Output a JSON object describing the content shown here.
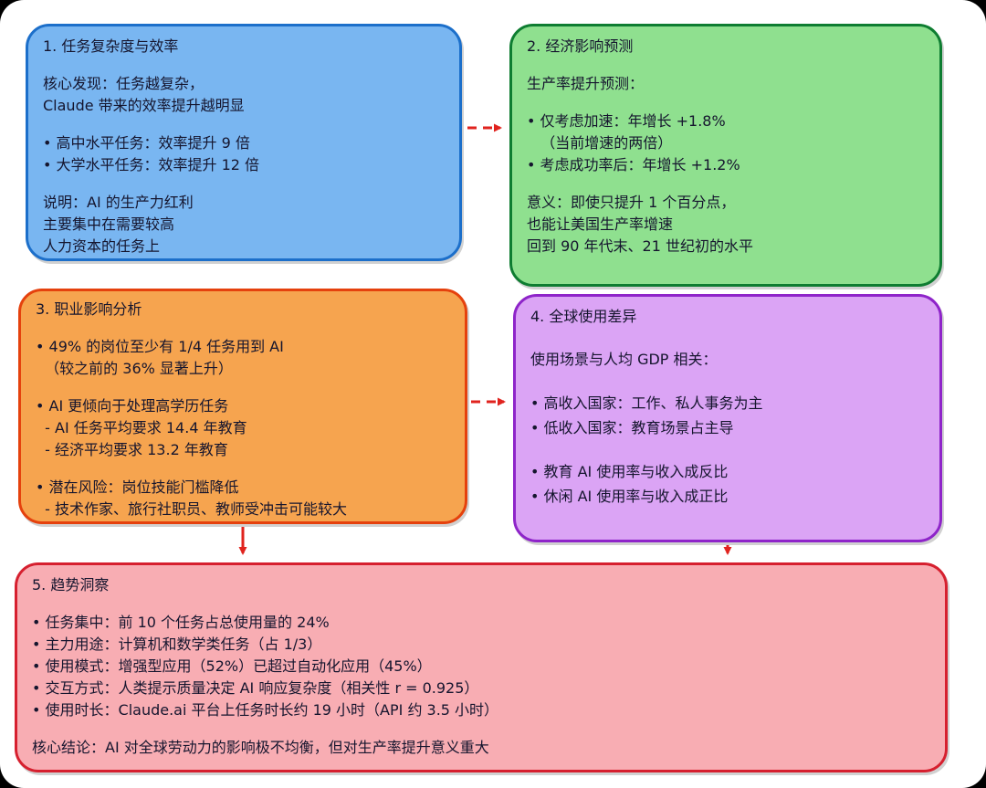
{
  "page": {
    "background": "#000000",
    "panel_background": "#ffffff",
    "text_color": "#15152e",
    "arrow_color": "#e0231e"
  },
  "boxes": [
    {
      "title": "1. 任务复杂度与效率",
      "fill": "#79b6f1",
      "border": "#1c6fca",
      "lines": [
        "",
        "核心发现：任务越复杂，",
        "Claude 带来的效率提升越明显",
        "",
        "• 高中水平任务：效率提升 9 倍",
        "• 大学水平任务：效率提升 12 倍",
        "",
        "说明：AI 的生产力红利",
        "主要集中在需要较高",
        "人力资本的任务上"
      ]
    },
    {
      "title": "2. 经济影响预测",
      "fill": "#8fe08f",
      "border": "#0e7d31",
      "lines": [
        "",
        "生产率提升预测：",
        "",
        "• 仅考虑加速：年增长 +1.8%",
        "   （当前增速的两倍）",
        "• 考虑成功率后：年增长 +1.2%",
        "",
        "意义：即使只提升 1 个百分点，",
        "也能让美国生产率增速",
        "回到 90 年代末、21 世纪初的水平"
      ]
    },
    {
      "title": "3. 职业影响分析",
      "fill": "#f6a44f",
      "border": "#e5410d",
      "lines": [
        "",
        "• 49% 的岗位至少有 1/4 任务用到 AI",
        "  （较之前的 36% 显著上升）",
        "",
        "• AI 更倾向于处理高学历任务",
        "  - AI 任务平均要求 14.4 年教育",
        "  - 经济平均要求 13.2 年教育",
        "",
        "• 潜在风险：岗位技能门槛降低",
        "  - 技术作家、旅行社职员、教师受冲击可能较大"
      ]
    },
    {
      "title": "4. 全球使用差异",
      "fill": "#dba4f5",
      "border": "#8e24c9",
      "lines": [
        "",
        "使用场景与人均 GDP 相关：",
        "",
        "• 高收入国家：工作、私人事务为主",
        "• 低收入国家：教育场景占主导",
        "",
        "• 教育 AI 使用率与收入成反比",
        "• 休闲 AI 使用率与收入成正比"
      ]
    },
    {
      "title": "5. 趋势洞察",
      "fill": "#f8adb3",
      "border": "#d6202f",
      "lines": [
        "",
        "• 任务集中：前 10 个任务占总使用量的 24%",
        "• 主力用途：计算机和数学类任务（占 1/3）",
        "• 使用模式：增强型应用（52%）已超过自动化应用（45%）",
        "• 交互方式：人类提示质量决定 AI 响应复杂度（相关性 r = 0.925）",
        "• 使用时长：Claude.ai 平台上任务时长约 19 小时（API 约 3.5 小时）",
        "",
        "核心结论：AI 对全球劳动力的影响极不均衡，但对生产率提升意义重大"
      ]
    }
  ]
}
